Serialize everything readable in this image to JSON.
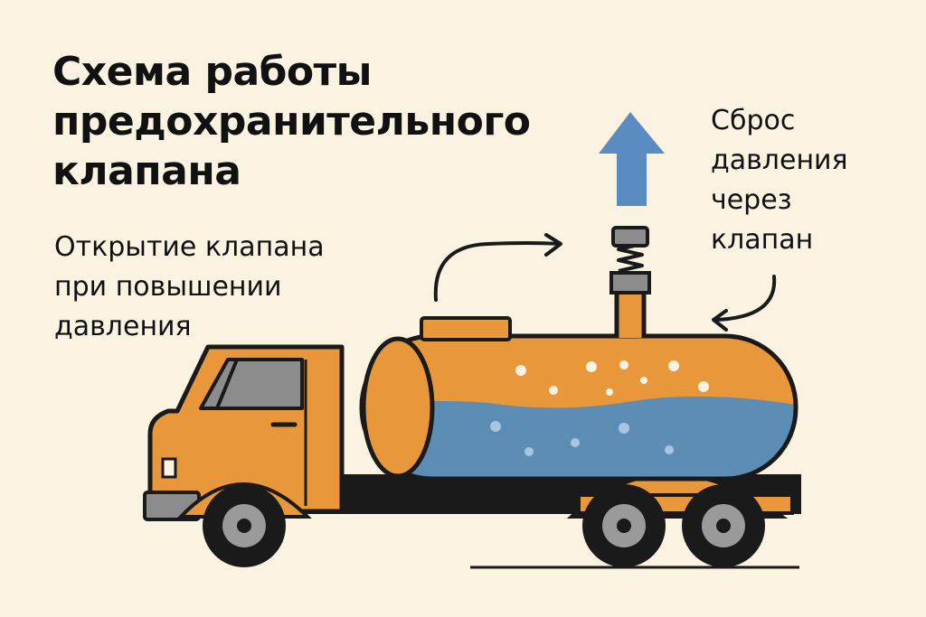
{
  "title": {
    "lines": [
      "Схема работы",
      "предохранительного",
      "клапана"
    ]
  },
  "left_caption": {
    "lines": [
      "Открытие клапана",
      "при повышении",
      "давления"
    ]
  },
  "right_caption": {
    "lines": [
      "Сброс",
      "давления",
      "через",
      "клапан"
    ]
  },
  "colors": {
    "background": "#FBF3E2",
    "tank_orange": "#E8973A",
    "liquid_blue": "#5B8DB5",
    "arrow_blue": "#5A8CC2",
    "outline": "#1A1A1A",
    "window_gray": "#8C8C8C",
    "wheel_gray": "#9A9A9A"
  },
  "icons": [
    "up-arrow-icon",
    "curved-arrow-icon",
    "valve-icon",
    "wheel-icon"
  ]
}
